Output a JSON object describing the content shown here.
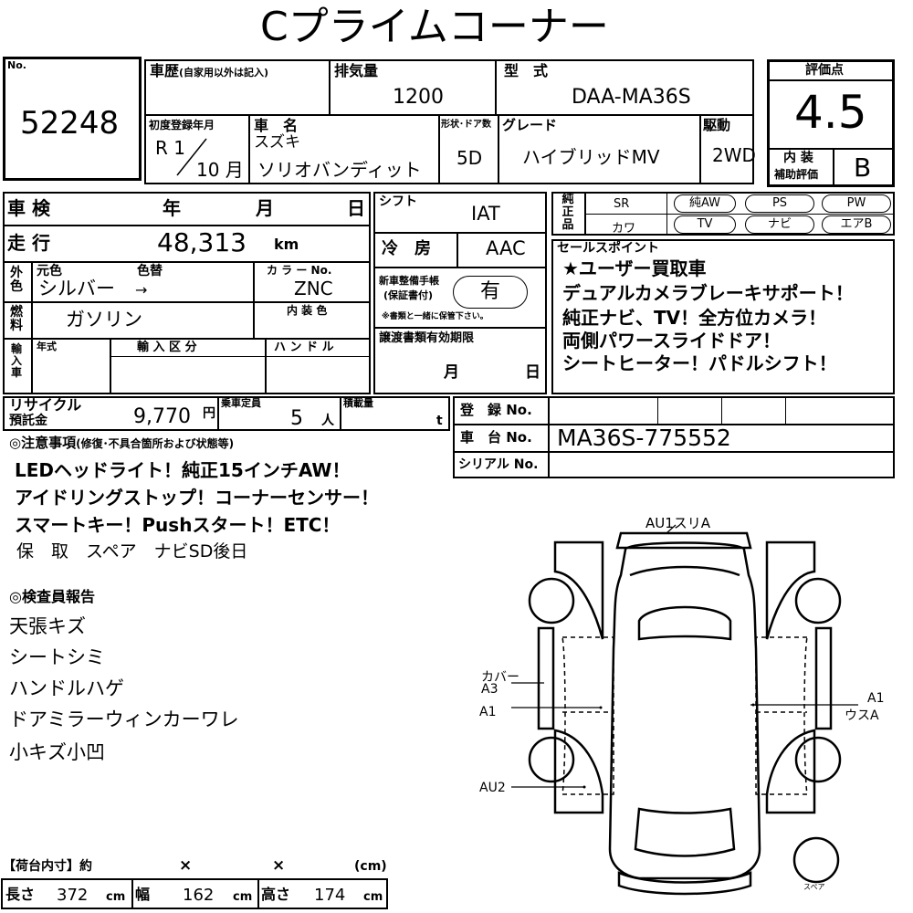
{
  "title": "Cプライムコーナー",
  "no": {
    "label": "No.",
    "value": "52248"
  },
  "history": {
    "label": "車歴",
    "sub": "(自家用以外は記入)"
  },
  "displacement": {
    "label": "排気量",
    "value": "1200"
  },
  "model": {
    "label": "型　式",
    "value": "DAA-MA36S"
  },
  "score": {
    "label": "評価点",
    "value": "4.5",
    "interior_label_1": "内 装",
    "interior_label_2": "補助評価",
    "interior_value": "B"
  },
  "first_reg": {
    "label": "初度登録年月",
    "era": "R 1",
    "month": "10 月"
  },
  "car_name": {
    "label": "車　名",
    "maker": "スズキ",
    "name": "ソリオバンディット"
  },
  "doors": {
    "label": "形状･ドア数",
    "value": "5D"
  },
  "grade": {
    "label": "グレード",
    "value": "ハイブリッドMV"
  },
  "drive": {
    "label": "駆動",
    "value": "2WD"
  },
  "inspection": {
    "label": "車 検",
    "year": "年",
    "month": "月",
    "day": "日"
  },
  "shift": {
    "label": "シフト",
    "value": "IAT"
  },
  "mileage": {
    "label": "走 行",
    "value": "48,313",
    "unit": "km"
  },
  "ac": {
    "label": "冷　房",
    "value": "AAC"
  },
  "color": {
    "side_label": "外色",
    "orig_label": "元色",
    "change_label": "色替",
    "orig": "シルバー",
    "arrow": "→",
    "code_label": "カ ラ ー No.",
    "code": "ZNC"
  },
  "manual": {
    "label_1": "新車整備手帳",
    "label_2": "(保証書付)",
    "value": "有",
    "note": "※書類と一緒に保管下さい。"
  },
  "fuel": {
    "side_label": "燃料",
    "value": "ガソリン",
    "interior_color_label": "内 装 色"
  },
  "import": {
    "side_label": "輸入車",
    "year_label": "年式",
    "class_label": "輸 入 区 分",
    "handle_label": "ハ ン ド ル"
  },
  "transfer": {
    "label": "譲渡書類有効期限",
    "month": "月",
    "day": "日"
  },
  "equipment": {
    "side_label": "純正品",
    "row1": [
      "SR",
      "純AW",
      "PS",
      "PW"
    ],
    "row2": [
      "カワ",
      "TV",
      "ナビ",
      "エアB"
    ],
    "circled": [
      "純AW",
      "PS",
      "PW",
      "TV",
      "ナビ",
      "エアB"
    ]
  },
  "sales": {
    "label": "セールスポイント",
    "lines": [
      "★ユーザー買取車",
      "デュアルカメラブレーキサポート！",
      "純正ナビ、TV！全方位カメラ！",
      "両側パワースライドドア！",
      "シートヒーター！パドルシフト！"
    ]
  },
  "recycle": {
    "label_1": "リサイクル",
    "label_2": "預託金",
    "value": "9,770",
    "unit": "円"
  },
  "capacity": {
    "label": "乗車定員",
    "value": "5",
    "unit": "人"
  },
  "load": {
    "label": "積載量",
    "unit": "t"
  },
  "registration": {
    "reg_label": "登　録 No.",
    "chassis_label": "車　台 No.",
    "chassis_value": "MA36S-775552",
    "serial_label": "シリアル No."
  },
  "notes": {
    "label": "◎注意事項",
    "sub": "(修復･不具合箇所および状態等)",
    "lines": [
      "LEDヘッドライト！純正15インチAW！",
      "アイドリングストップ！コーナーセンサー！",
      "スマートキー！Pushスタート！ETC！",
      "保　取　スペア　ナビSD後日"
    ]
  },
  "inspector": {
    "label": "◎検査員報告",
    "lines": [
      "天張キズ",
      "シートシミ",
      "ハンドルハゲ",
      "ドアミラーウィンカーワレ",
      "小キズ小凹"
    ]
  },
  "diagram": {
    "top": "AU1スリA",
    "left_1a": "カバー",
    "left_1b": "A3",
    "left_2": "A1",
    "left_3": "AU2",
    "right_1a": "A1",
    "right_1b": "ウスA",
    "spare": "スペア"
  },
  "cargo": {
    "label": "【荷台内寸】約",
    "x1": "×",
    "x2": "×",
    "unit": "(cm)",
    "length_label": "長さ",
    "length": "372",
    "width_label": "幅",
    "width": "162",
    "height_label": "高さ",
    "height": "174",
    "cm": "cm"
  }
}
